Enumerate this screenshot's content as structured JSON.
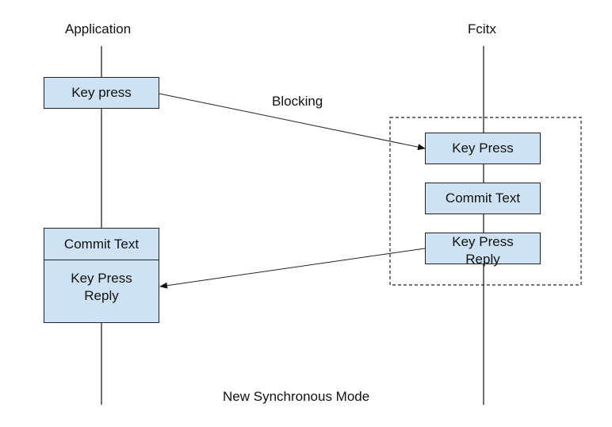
{
  "diagram": {
    "caption": "New Synchronous Mode",
    "lanes": {
      "application": "Application",
      "fcitx": "Fcitx"
    },
    "arrow_label": "Blocking",
    "application_boxes": {
      "key_press": "Key press",
      "commit_text": "Commit Text",
      "key_press_reply_line1": "Key Press",
      "key_press_reply_line2": "Reply"
    },
    "fcitx_boxes": {
      "key_press": "Key Press",
      "commit_text": "Commit Text",
      "key_press_reply_line1": "Key Press",
      "key_press_reply_line2": "Reply"
    },
    "colors": {
      "box_fill": "#cfe2f3",
      "line": "#222222"
    }
  }
}
